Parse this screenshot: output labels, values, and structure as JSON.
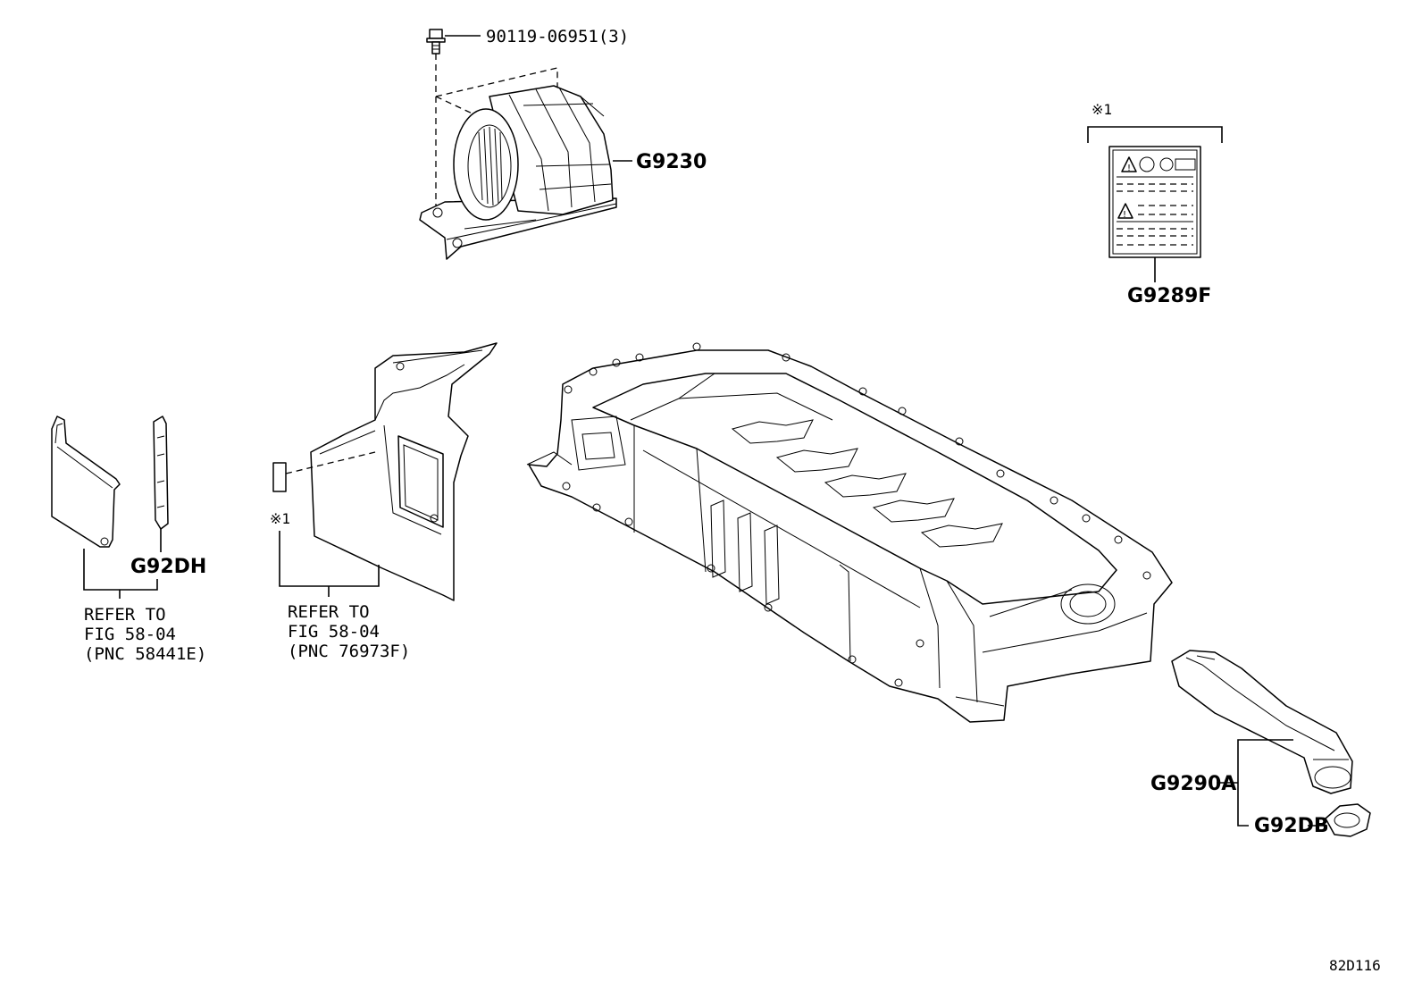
{
  "diagram_id": "82D116",
  "note_mark": "※1",
  "callouts": {
    "bolt": "90119-06951(3)",
    "blower": "G9230",
    "label": "G9289F",
    "cover": "G92DH",
    "duct": "G9290A",
    "seal": "G92DB"
  },
  "refer_left": {
    "line1": "REFER TO",
    "line2": "FIG 58-04",
    "line3": "(PNC 58441E)"
  },
  "refer_mid": {
    "line1": "REFER TO",
    "line2": "FIG 58-04",
    "line3": "(PNC 76973F)"
  }
}
